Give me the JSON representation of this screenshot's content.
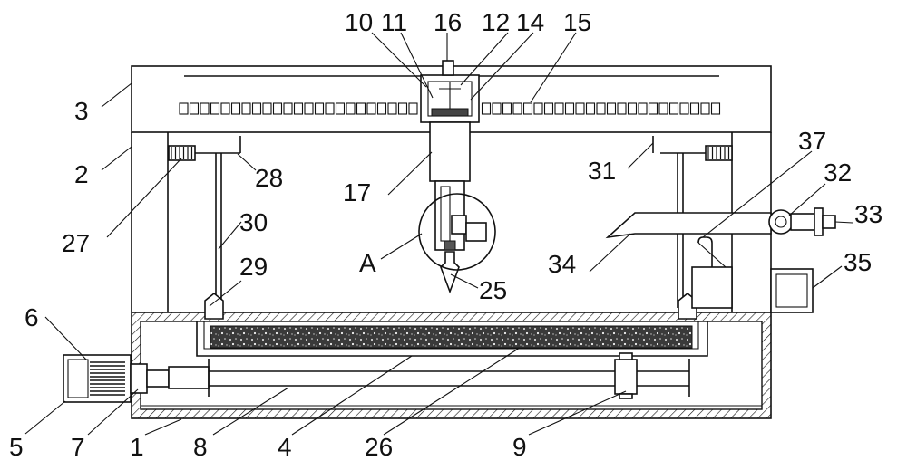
{
  "labels": {
    "l10": "10",
    "l11": "11",
    "l16": "16",
    "l12": "12",
    "l14": "14",
    "l15": "15",
    "l3": "3",
    "l2": "2",
    "l27": "27",
    "l28": "28",
    "l30": "30",
    "l29": "29",
    "l17": "17",
    "lA": "A",
    "l25": "25",
    "l31": "31",
    "l37": "37",
    "l32": "32",
    "l33": "33",
    "l34": "34",
    "l35": "35",
    "l6": "6",
    "l5": "5",
    "l7": "7",
    "l1": "1",
    "l8": "8",
    "l4": "4",
    "l26": "26",
    "l9": "9"
  }
}
